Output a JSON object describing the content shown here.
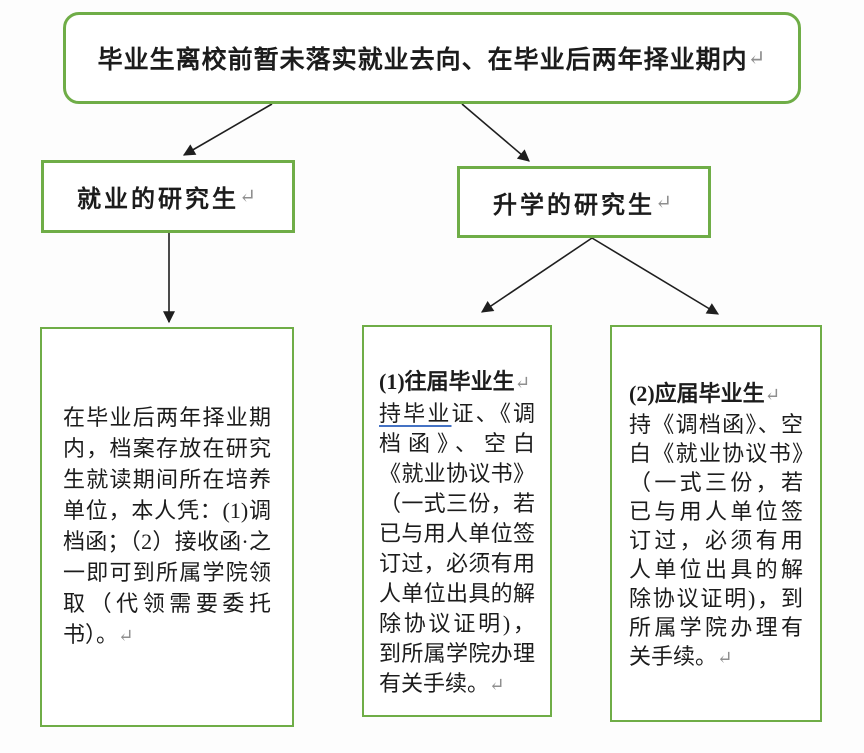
{
  "flowchart": {
    "root": {
      "text": "毕业生离校前暂未落实就业去向、在毕业后两年择业期内",
      "return_mark": "↵"
    },
    "branch_left": {
      "text": "就业的研究生",
      "return_mark": "↵"
    },
    "branch_right": {
      "text": "升学的研究生",
      "return_mark": "↵"
    },
    "leaf_left": {
      "body": "在毕业后两年择业期内，档案存放在研究生就读期间所在培养单位，本人凭：(1)调档函；（2）接收函·之一即可到所属学院领取（代领需要委托书）。",
      "return_mark": "↵"
    },
    "leaf_middle": {
      "heading": "(1)往届毕业生",
      "heading_return_mark": "↵",
      "underlined_text": "持毕业",
      "body": "证、《调档函》、空白《就业协议书》（一式三份，若已与用人单位签订过，必须有用人单位出具的解除协议证明)，到所属学院办理有关手续。",
      "return_mark": "↵"
    },
    "leaf_right": {
      "heading": "(2)应届毕业生",
      "heading_return_mark": "↵",
      "body": "持《调档函》、空白《就业协议书》（一式三份，若已与用人单位签订过，必须有用人单位出具的解除协议证明)，到所属学院办理有关手续。",
      "return_mark": "↵"
    }
  },
  "colors": {
    "border_green": "#6FAD47",
    "arrow_black": "#1f1f1f",
    "underline_blue": "#4472C4",
    "return_mark_gray": "#8f8f8f"
  }
}
